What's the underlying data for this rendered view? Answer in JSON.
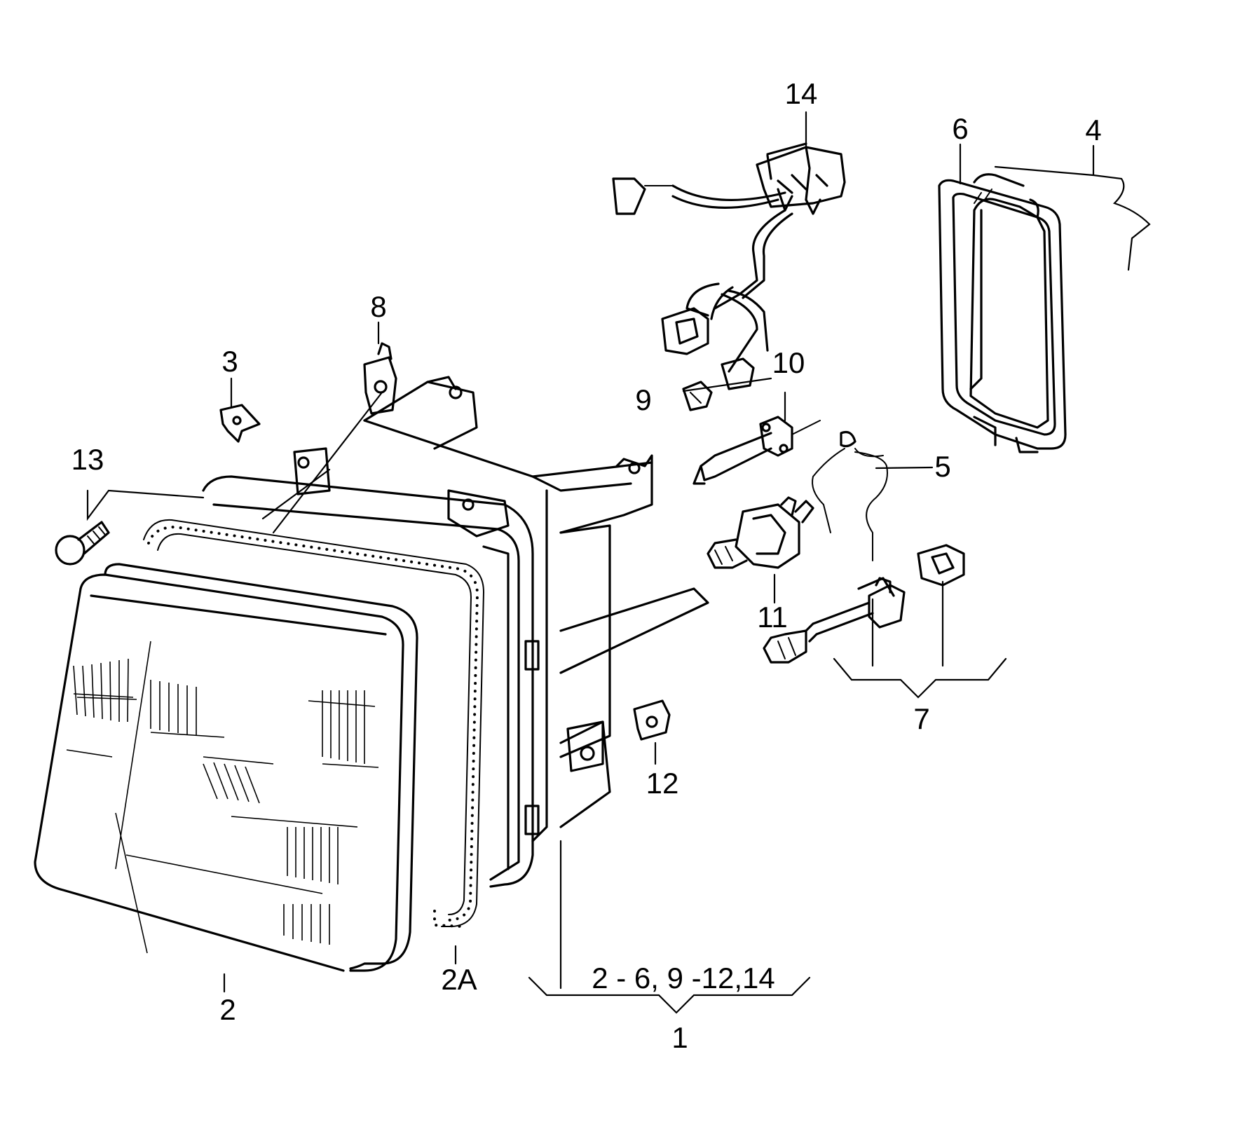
{
  "callouts": {
    "c1": "1",
    "c1_range": "2 - 6, 9 -12,14",
    "c2": "2",
    "c2a": "2A",
    "c3": "3",
    "c4": "4",
    "c5": "5",
    "c6": "6",
    "c7": "7",
    "c8": "8",
    "c9": "9",
    "c10": "10",
    "c11": "11",
    "c12": "12",
    "c13": "13",
    "c14": "14"
  }
}
